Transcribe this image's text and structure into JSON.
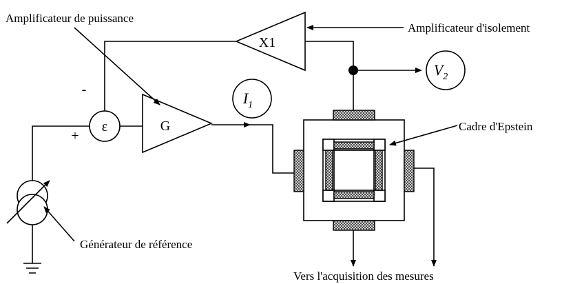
{
  "labels": {
    "power_amp": "Amplificateur de puissance",
    "isolation_amp": "Amplificateur d'isolement",
    "epstein_frame": "Cadre d'Epstein",
    "reference_generator": "Générateur de référence",
    "acquisition": "Vers l'acquisition des mesures"
  },
  "symbols": {
    "buffer_gain": "X1",
    "amp_gain": "G",
    "comparator": "ε",
    "plus": "+",
    "minus": "-",
    "current_main": "I",
    "current_sub": "1",
    "voltage_main": "V",
    "voltage_sub": "2"
  },
  "colors": {
    "line": "#000000",
    "background": "#ffffff",
    "hatch_fill": "#555555"
  }
}
